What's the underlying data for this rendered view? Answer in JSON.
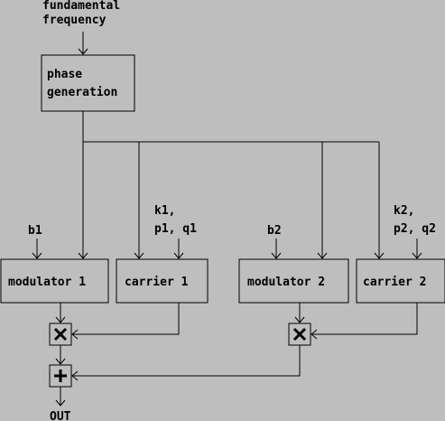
{
  "colors": {
    "background": "#bebebe",
    "ink": "#000000"
  },
  "inputs": {
    "fundamental_line1": "fundamental",
    "fundamental_line2": "frequency",
    "b1": "b1",
    "b2": "b2",
    "k1_line1": "k1,",
    "k1_line2": "p1, q1",
    "k2_line1": "k2,",
    "k2_line2": "p2, q2"
  },
  "blocks": {
    "phase_line1": "phase",
    "phase_line2": "generation",
    "modulator1": "modulator 1",
    "carrier1": "carrier 1",
    "modulator2": "modulator 2",
    "carrier2": "carrier 2"
  },
  "operators": {
    "multiply_icon": "multiply-icon",
    "add_icon": "plus-icon"
  },
  "output": {
    "label": "OUT"
  }
}
